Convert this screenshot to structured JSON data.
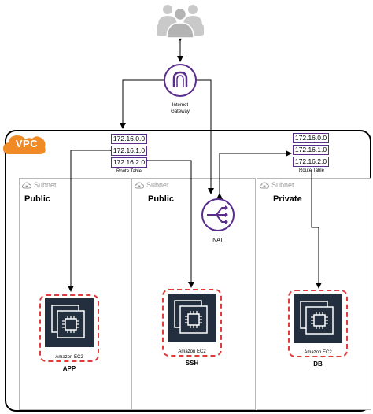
{
  "vpc": {
    "label": "VPC"
  },
  "internet_gateway": {
    "caption_line1": "Internet",
    "caption_line2": "Gateway"
  },
  "nat": {
    "caption": "NAT"
  },
  "route_table_left": {
    "entries": [
      "172.16.0.0",
      "172.16.1.0",
      "172.16.2.0"
    ],
    "caption": "Route Table"
  },
  "route_table_right": {
    "entries": [
      "172.16.0.0",
      "172.16.1.0",
      "172.16.2.0"
    ],
    "caption": "Route Table"
  },
  "subnets": [
    {
      "label": "Subnet",
      "title": "Public"
    },
    {
      "label": "Subnet",
      "title": "Public"
    },
    {
      "label": "Subnet",
      "title": "Private"
    }
  ],
  "instances": [
    {
      "service": "Amazon EC2",
      "name": "APP"
    },
    {
      "service": "Amazon EC2",
      "name": "SSH"
    },
    {
      "service": "Amazon EC2",
      "name": "DB"
    }
  ],
  "colors": {
    "vpc_badge": "#f08a24",
    "gateway_purple": "#5a2d8c",
    "ec2_dashed_border": "#e23b3b",
    "ec2_tile": "#232f3e"
  }
}
